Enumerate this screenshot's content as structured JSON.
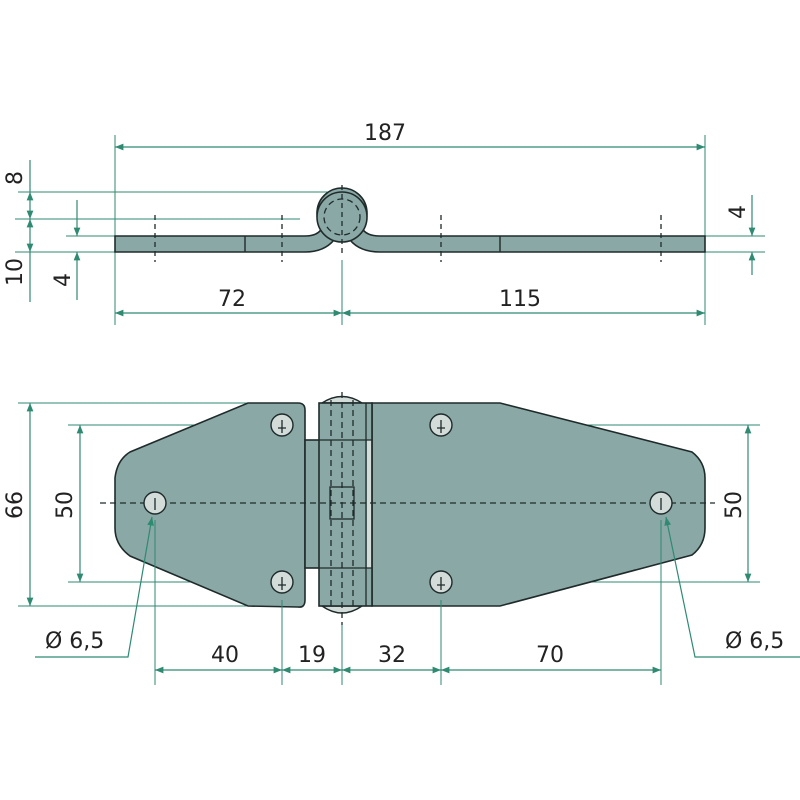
{
  "colors": {
    "part_fill": "#8aa8a6",
    "dimension_line": "#2f8a72",
    "outline": "#1e2b2a"
  },
  "top_view": {
    "overall_length": "187",
    "left_length": "72",
    "right_length": "115",
    "knuckle_height": "8",
    "total_height": "10",
    "left_thickness": "4",
    "right_thickness": "4"
  },
  "plan_view": {
    "overall_width": "66",
    "left_hole_spacing": "50",
    "right_hole_spacing": "50",
    "dim_40": "40",
    "dim_19": "19",
    "dim_32": "32",
    "dim_70": "70",
    "left_hole_diameter": "Ø 6,5",
    "right_hole_diameter": "Ø 6,5"
  }
}
